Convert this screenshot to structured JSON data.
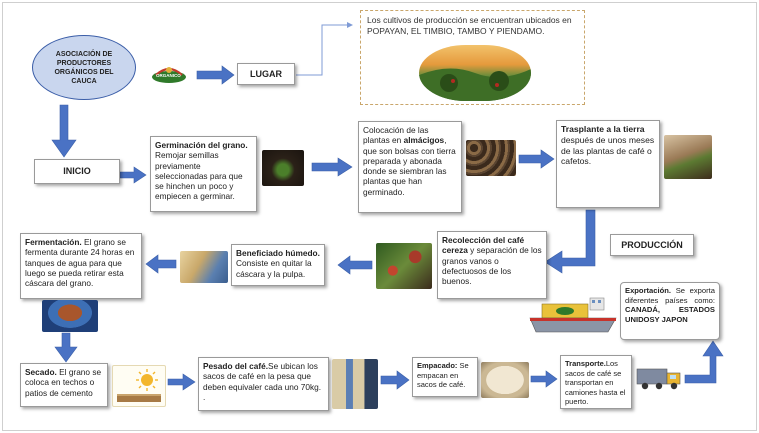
{
  "association": "ASOCIACIÓN DE PRODUCTORES ORGÁNICOS DEL CAUCA",
  "logo_text": "ORGANICO",
  "lugar_label": "LUGAR",
  "lugar_text": "Los cultivos de producción se encuentran ubicados en POPAYAN, EL TIMBIO, TAMBO Y PIENDAMO.",
  "inicio_label": "INICIO",
  "produccion_label": "PRODUCCIÓN",
  "steps": {
    "germinacion": {
      "title": "Germinación del grano.",
      "body": " Remojar semillas previamente seleccionadas para que se hinchen un poco y empiecen a germinar."
    },
    "almacigos": {
      "pre": "Colocación de las plantas en ",
      "bold": "almácigos",
      "post": ", que son bolsas con tierra preparada y abonada donde se siembran las plantas que han germinado."
    },
    "trasplante": {
      "title": "Trasplante a la tierra",
      "body": " después de unos meses de las plantas de café o cafetos."
    },
    "recoleccion": {
      "title": "Recolección del café cereza",
      "body": " y separación de los granos vanos o defectuosos de los buenos."
    },
    "beneficiado": {
      "title": "Beneficiado húmedo.",
      "body": " Consiste en quitar la cáscara y la pulpa."
    },
    "fermentacion": {
      "title": "Fermentación.",
      "body": " El grano se fermenta durante 24 horas en tanques de agua para que luego se pueda retirar esta cáscara del grano."
    },
    "secado": {
      "title": "Secado.",
      "body": " El grano se coloca en techos o patios de cemento"
    },
    "pesado": {
      "title": "Pesado del café.",
      "body": "Se ubican los sacos de café en la pesa que deben equivaler cada uno 70kg. ."
    },
    "empacado": {
      "title": "Empacado:",
      "body": " Se empacan en sacos de café."
    },
    "transporte": {
      "title": "Transporte.",
      "body": "Los sacos de café se transportan en camiones hasta el puerto."
    },
    "exportacion": {
      "title": "Exportación.",
      "body": " Se exporta diferentes países como: ",
      "countries": "CANADÁ, ESTADOS UNIDOSY JAPON"
    }
  },
  "colors": {
    "arrow": "#4a72c4",
    "ellipse_fill": "#c9d6ee",
    "ellipse_border": "#3b5ea8",
    "dashed": "#c9a66b"
  }
}
